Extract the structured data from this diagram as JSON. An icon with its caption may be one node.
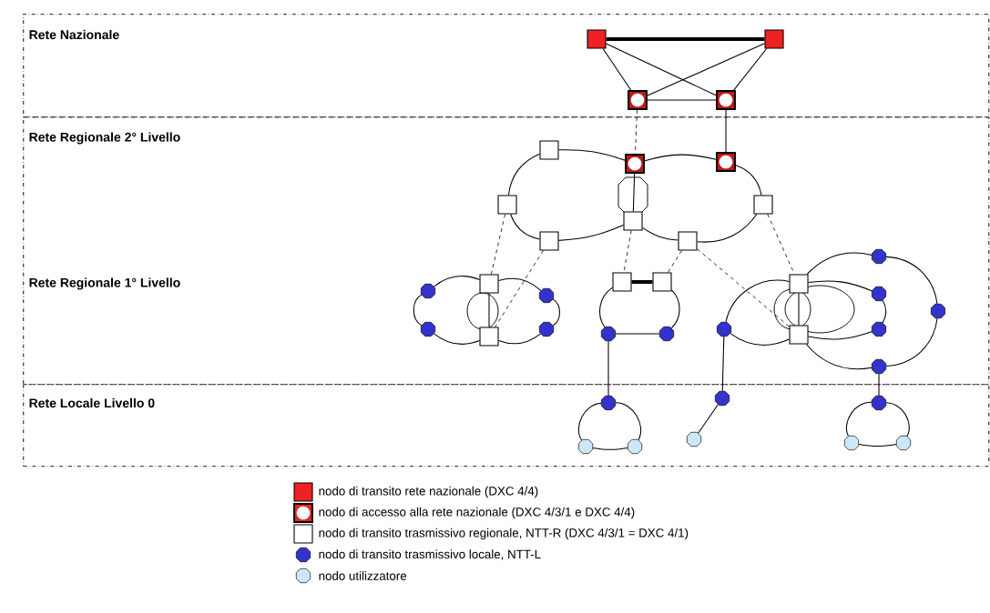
{
  "diagram": {
    "nodes": [
      {
        "text": [
          "Rete Nazionale"
        ]
      },
      {
        "text": [
          "Rete Regionale 2° Livello",
          "Rete Regionale 1° Livello"
        ]
      },
      {
        "text": [
          "Rete Locale Livello 0"
        ]
      },
      {
        "text": [],
        "shape": "box",
        "in": 0
      },
      {
        "text": [],
        "shape": "box",
        "in": 0
      },
      {
        "text": [],
        "shape": "box",
        "in": 0
      },
      {
        "text": [],
        "shape": "box",
        "in": 0
      },
      {
        "text": [],
        "shape": "box",
        "in": 1
      },
      {
        "text": [],
        "shape": "box",
        "in": 1
      },
      {
        "text": [],
        "shape": "box",
        "in": 1
      },
      {
        "text": [],
        "shape": "box",
        "in": 1
      },
      {
        "text": [],
        "shape": "box",
        "in": 1
      },
      {
        "text": [],
        "shape": "box",
        "in": 1
      },
      {
        "text": [],
        "shape": "box",
        "in": 1
      },
      {
        "text": [],
        "shape": "box",
        "in": 1
      },
      {
        "text": [],
        "shape": "circle",
        "in": 1
      },
      {
        "text": [],
        "shape": "box",
        "in": 1
      },
      {
        "text": [],
        "shape": "box",
        "in": 1
      },
      {
        "text": [],
        "shape": "box",
        "in": 1
      },
      {
        "text": [],
        "shape": "box",
        "in": 1
      },
      {
        "text": [],
        "shape": "circle",
        "in": 1
      },
      {
        "text": [],
        "shape": "circle",
        "in": 1
      },
      {
        "text": [],
        "shape": "circle",
        "in": 1
      },
      {
        "text": [],
        "shape": "circle",
        "in": 1
      },
      {
        "text": [],
        "shape": "circle",
        "in": 1
      },
      {
        "text": [],
        "shape": "circle",
        "in": 1
      },
      {
        "text": [],
        "shape": "circle",
        "in": 1
      },
      {
        "text": [],
        "shape": "circle",
        "in": 1
      },
      {
        "text": [],
        "shape": "circle",
        "in": 1
      },
      {
        "text": [],
        "shape": "box",
        "in": 1
      },
      {
        "text": [],
        "shape": "box",
        "in": 1
      },
      {
        "text": [],
        "shape": "circle",
        "in": 1
      },
      {
        "text": [],
        "shape": "circle",
        "in": 1
      },
      {
        "text": [],
        "shape": "circle",
        "in": 2
      },
      {
        "text": [],
        "shape": "circle",
        "in": 2
      },
      {
        "text": [],
        "shape": "circle",
        "in": 2
      },
      {
        "text": [],
        "shape": "circle",
        "in": 2
      },
      {
        "text": [],
        "shape": "circle",
        "in": 2
      },
      {
        "text": [],
        "shape": "circle",
        "in": 2
      },
      {
        "text": [],
        "shape": "circle",
        "in": 2
      },
      {
        "text": [],
        "shape": "circle",
        "in": 2
      }
    ],
    "edges": [
      {
        "from": 3,
        "to": 4,
        "arrow": "none",
        "style": "thick"
      },
      {
        "from": 3,
        "to": 5,
        "arrow": "none"
      },
      {
        "from": 3,
        "to": 6,
        "arrow": "none"
      },
      {
        "from": 4,
        "to": 5,
        "arrow": "none"
      },
      {
        "from": 4,
        "to": 6,
        "arrow": "none"
      },
      {
        "from": 5,
        "to": 6,
        "arrow": "none"
      },
      {
        "from": 5,
        "to": 8,
        "arrow": "none",
        "style": "dashed"
      },
      {
        "from": 6,
        "to": 9,
        "arrow": "none"
      },
      {
        "from": 7,
        "to": 10,
        "arrow": "none"
      },
      {
        "from": 10,
        "to": 13,
        "arrow": "none"
      },
      {
        "from": 13,
        "to": 12,
        "arrow": "none"
      },
      {
        "from": 12,
        "to": 8,
        "arrow": "none"
      },
      {
        "from": 8,
        "to": 7,
        "arrow": "none"
      },
      {
        "from": 9,
        "to": 8,
        "arrow": "none"
      },
      {
        "from": 12,
        "to": 14,
        "arrow": "none"
      },
      {
        "from": 14,
        "to": 11,
        "arrow": "none"
      },
      {
        "from": 11,
        "to": 9,
        "arrow": "none"
      },
      {
        "from": 10,
        "to": 16,
        "arrow": "none",
        "style": "dashed"
      },
      {
        "from": 13,
        "to": 29,
        "arrow": "none",
        "style": "dashed"
      },
      {
        "from": 12,
        "to": 17,
        "arrow": "none",
        "style": "dashed"
      },
      {
        "from": 14,
        "to": 18,
        "arrow": "none",
        "style": "dashed"
      },
      {
        "from": 14,
        "to": 30,
        "arrow": "none",
        "style": "dashed"
      },
      {
        "from": 11,
        "to": 19,
        "arrow": "none",
        "style": "dashed"
      },
      {
        "from": 16,
        "to": 20,
        "arrow": "none"
      },
      {
        "from": 20,
        "to": 24,
        "arrow": "none"
      },
      {
        "from": 24,
        "to": 29,
        "arrow": "none"
      },
      {
        "from": 29,
        "to": 25,
        "arrow": "none"
      },
      {
        "from": 25,
        "to": 21,
        "arrow": "none"
      },
      {
        "from": 21,
        "to": 16,
        "arrow": "none"
      },
      {
        "from": 16,
        "to": 29,
        "arrow": "none"
      },
      {
        "from": 18,
        "to": 17,
        "arrow": "none",
        "style": "thick"
      },
      {
        "from": 17,
        "to": 26,
        "arrow": "none"
      },
      {
        "from": 26,
        "to": 27,
        "arrow": "none"
      },
      {
        "from": 27,
        "to": 18,
        "arrow": "none"
      },
      {
        "from": 19,
        "to": 28,
        "arrow": "none"
      },
      {
        "from": 28,
        "to": 30,
        "arrow": "none"
      },
      {
        "from": 30,
        "to": 31,
        "arrow": "none"
      },
      {
        "from": 31,
        "to": 22,
        "arrow": "none"
      },
      {
        "from": 22,
        "to": 19,
        "arrow": "none"
      },
      {
        "from": 19,
        "to": 30,
        "arrow": "none"
      },
      {
        "from": 30,
        "to": 32,
        "arrow": "none"
      },
      {
        "from": 32,
        "to": 23,
        "arrow": "none"
      },
      {
        "from": 23,
        "to": 15,
        "arrow": "none"
      },
      {
        "from": 15,
        "to": 19,
        "arrow": "none"
      },
      {
        "from": 26,
        "to": 34,
        "arrow": "none"
      },
      {
        "from": 28,
        "to": 33,
        "arrow": "none"
      },
      {
        "from": 32,
        "to": 35,
        "arrow": "none"
      },
      {
        "from": 33,
        "to": 36,
        "arrow": "none"
      },
      {
        "from": 34,
        "to": 38,
        "arrow": "none"
      },
      {
        "from": 38,
        "to": 39,
        "arrow": "none"
      },
      {
        "from": 39,
        "to": 34,
        "arrow": "none"
      },
      {
        "from": 35,
        "to": 37,
        "arrow": "none"
      },
      {
        "from": 37,
        "to": 40,
        "arrow": "none"
      },
      {
        "from": 40,
        "to": 35,
        "arrow": "none"
      }
    ],
    "legend": [
      {
        "text": "nodo di transito rete nazionale (DXC 4/4)",
        "color": "#ee2222"
      },
      {
        "text": "nodo di accesso alla rete nazionale (DXC 4/3/1 e DXC 4/4)"
      },
      {
        "text": "nodo di transito trasmissivo regionale, NTT-R (DXC 4/3/1 = DXC 4/1)"
      },
      {
        "text": "nodo di transito trasmissivo locale, NTT-L",
        "color": "#3333cc"
      },
      {
        "text": "nodo utilizzatore",
        "color": "#cce8f8"
      }
    ]
  }
}
